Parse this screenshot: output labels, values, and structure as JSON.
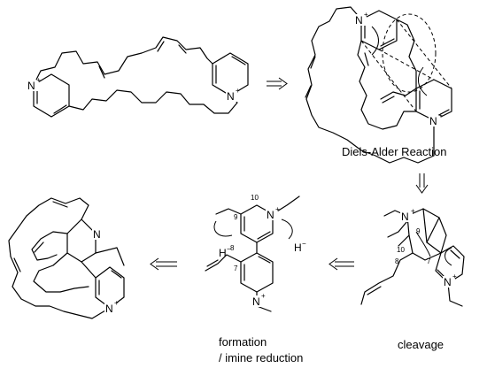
{
  "captions": {
    "diels_alder": "Diels-Alder Reaction",
    "cleavage": "cleavage",
    "formation_line1": "formation",
    "formation_line2": "/ imine reduction"
  },
  "atoms": {
    "n": "N",
    "plus": "+",
    "h_minus": "H",
    "minus": "−"
  },
  "locants": {
    "c7": "7",
    "c8": "8",
    "c9": "9",
    "c10": "10"
  },
  "colors": {
    "line": "#000000",
    "background": "#ffffff"
  }
}
